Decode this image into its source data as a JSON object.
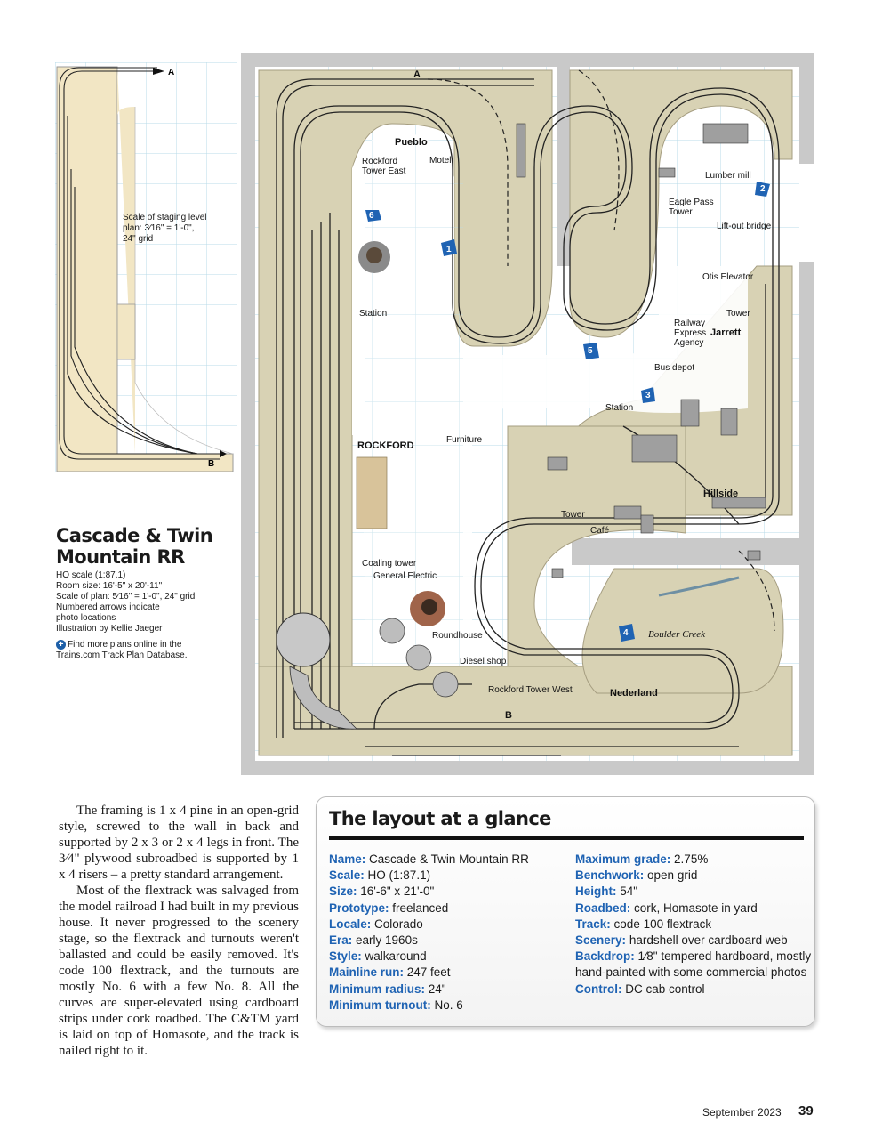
{
  "staging": {
    "label_a": "A",
    "label_b": "B",
    "note": [
      "Scale of staging level",
      "plan: 3⁄16\" = 1'-0\",",
      "24\" grid"
    ]
  },
  "title": {
    "line1": "Cascade & Twin",
    "line2": "Mountain RR",
    "specs": [
      "HO scale (1:87.1)",
      "Room size: 16'-5\" x 20'-11\"",
      "Scale of plan: 5⁄16\" = 1'-0\", 24\" grid",
      "Numbered arrows indicate",
      "photo locations",
      "Illustration by Kellie Jaeger"
    ],
    "link_line1": "Find more plans online in the",
    "link_line2": "Trains.com Track Plan Database."
  },
  "plan_labels": {
    "a": "A",
    "b": "B",
    "pueblo": "Pueblo",
    "rockford_tower_east": [
      "Rockford",
      "Tower East"
    ],
    "motel": "Motel",
    "lumber_mill": "Lumber mill",
    "eagle_pass": [
      "Eagle Pass",
      "Tower"
    ],
    "lift_out": "Lift-out bridge",
    "otis": "Otis Elevator",
    "tower_jarrett": "Tower",
    "railway_express": [
      "Railway",
      "Express",
      "Agency"
    ],
    "jarrett": "Jarrett",
    "bus_depot": "Bus depot",
    "station_right": "Station",
    "station_left": "Station",
    "furniture": "Furniture",
    "rockford": "ROCKFORD",
    "hillside": "Hillside",
    "tower_cafe": "Tower",
    "cafe": "Café",
    "coaling": "Coaling tower",
    "general_electric": "General Electric",
    "roundhouse": "Roundhouse",
    "diesel_shop": "Diesel shop",
    "rockford_tower_west": "Rockford Tower West",
    "boulder_creek": "Boulder Creek",
    "nederland": "Nederland",
    "arrows": [
      "1",
      "2",
      "3",
      "4",
      "5",
      "6"
    ]
  },
  "body": {
    "p1": "The framing is 1 x 4 pine in an open-grid style, screwed to the wall in back and supported by 2 x 3 or 2 x 4 legs in front. The 3⁄4\" plywood subroadbed is supported by 1 x 4 risers – a pretty standard arrangement.",
    "p2": "Most of the flextrack was salvaged from the model railroad I had built in my previous house. It never progressed to the scenery stage, so the flextrack and turnouts weren't ballasted and could be easily removed. It's code 100 flextrack, and the turnouts are mostly No. 6 with a few No. 8. All the curves are super-elevated using cardboard strips under cork roadbed. The C&TM yard is laid on top of Homasote, and the track is nailed right to it."
  },
  "glance": {
    "title": "The layout at a glance",
    "left": [
      {
        "k": "Name:",
        "v": "Cascade & Twin Mountain RR"
      },
      {
        "k": "Scale:",
        "v": "HO (1:87.1)"
      },
      {
        "k": "Size:",
        "v": "16'-6\" x 21'-0\""
      },
      {
        "k": "Prototype:",
        "v": "freelanced"
      },
      {
        "k": "Locale:",
        "v": "Colorado"
      },
      {
        "k": "Era:",
        "v": "early 1960s"
      },
      {
        "k": "Style:",
        "v": "walkaround"
      },
      {
        "k": "Mainline run:",
        "v": "247 feet"
      },
      {
        "k": "Minimum radius:",
        "v": "24\""
      },
      {
        "k": "Minimum turnout:",
        "v": "No. 6"
      }
    ],
    "right": [
      {
        "k": "Maximum grade:",
        "v": "2.75%"
      },
      {
        "k": "Benchwork:",
        "v": "open grid"
      },
      {
        "k": "Height:",
        "v": "54\""
      },
      {
        "k": "Roadbed:",
        "v": "cork, Homasote in yard"
      },
      {
        "k": "Track:",
        "v": "code 100 flextrack"
      },
      {
        "k": "Scenery:",
        "v": "hardshell over cardboard web"
      },
      {
        "k": "Backdrop:",
        "v": "1⁄8\" tempered hardboard, mostly"
      },
      {
        "k": "",
        "v": "hand-painted with some commercial photos"
      },
      {
        "k": "Control:",
        "v": "DC cab control"
      }
    ]
  },
  "footer": {
    "month": "September 2023",
    "page": "39"
  },
  "colors": {
    "accent_blue": "#1f63b3",
    "scenery": "#d8d2b4",
    "room_floor": "#ffffff",
    "grid": "#b9dbe8",
    "walls": "#c9c9c9",
    "staging_fill": "#f2e6c4"
  }
}
